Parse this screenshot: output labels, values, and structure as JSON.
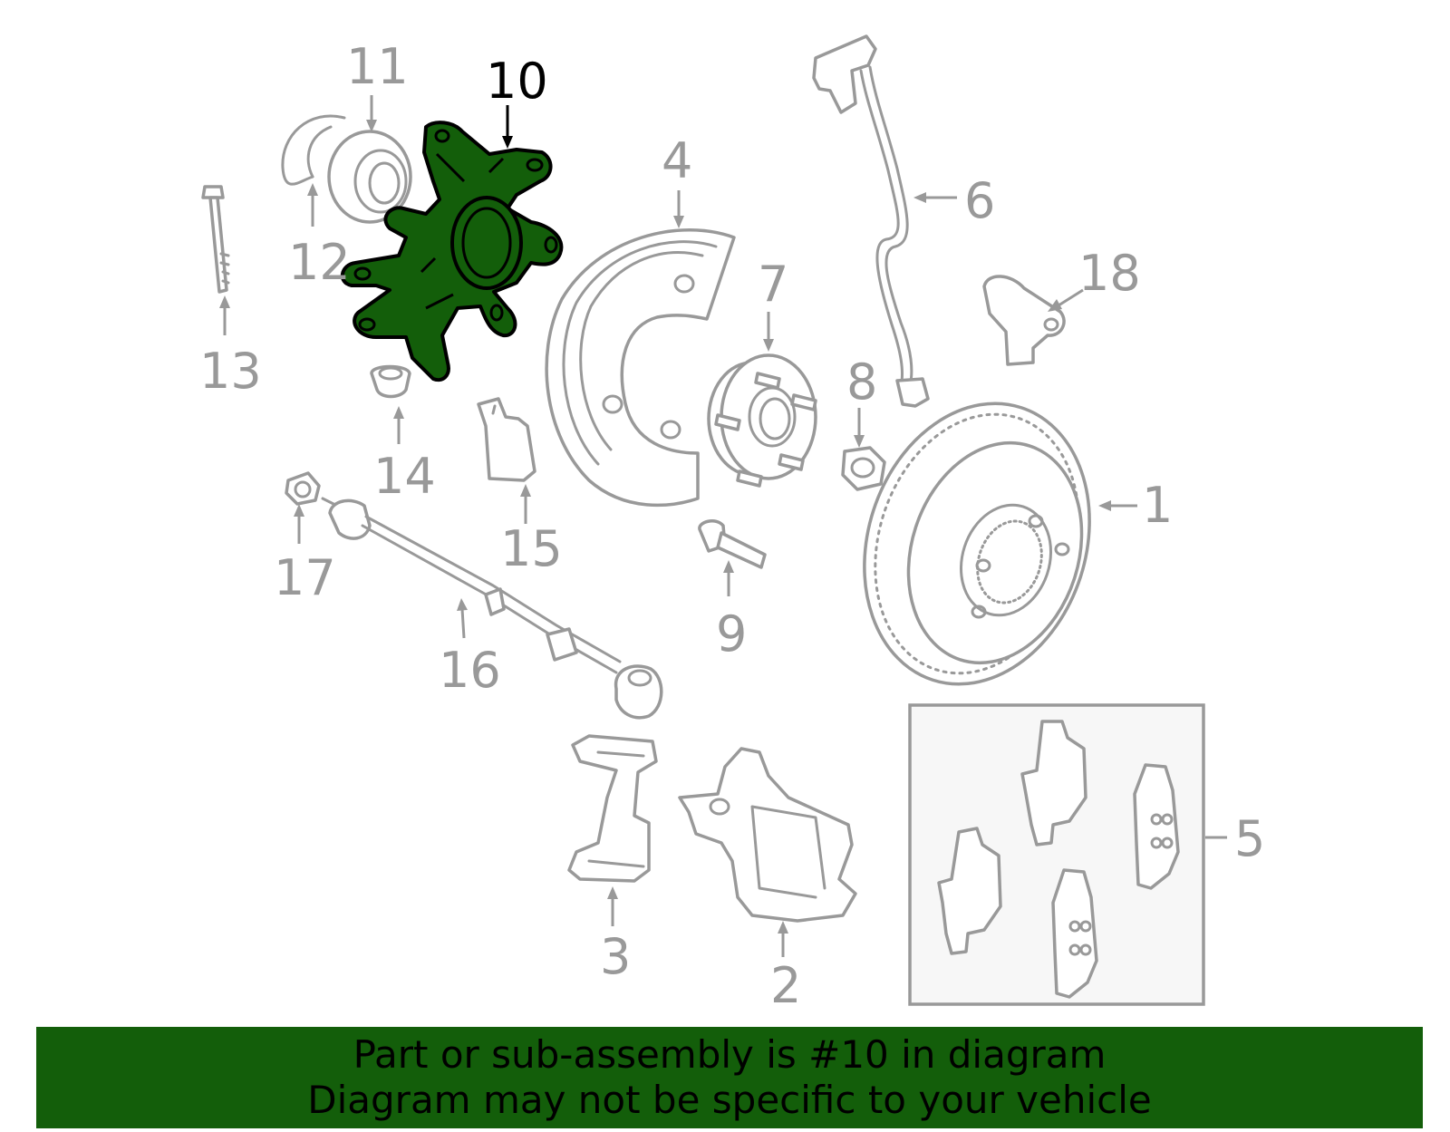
{
  "diagram": {
    "highlighted_part": "10",
    "callouts": [
      "1",
      "2",
      "3",
      "4",
      "5",
      "6",
      "7",
      "8",
      "9",
      "10",
      "11",
      "12",
      "13",
      "14",
      "15",
      "16",
      "17",
      "18"
    ],
    "colors": {
      "highlight": "#135e0a",
      "line": "#999999",
      "callout_highlight": "#000000"
    }
  },
  "banner": {
    "line1": "Part or sub-assembly is #10 in diagram",
    "line2": "Diagram may not be specific to your vehicle"
  }
}
